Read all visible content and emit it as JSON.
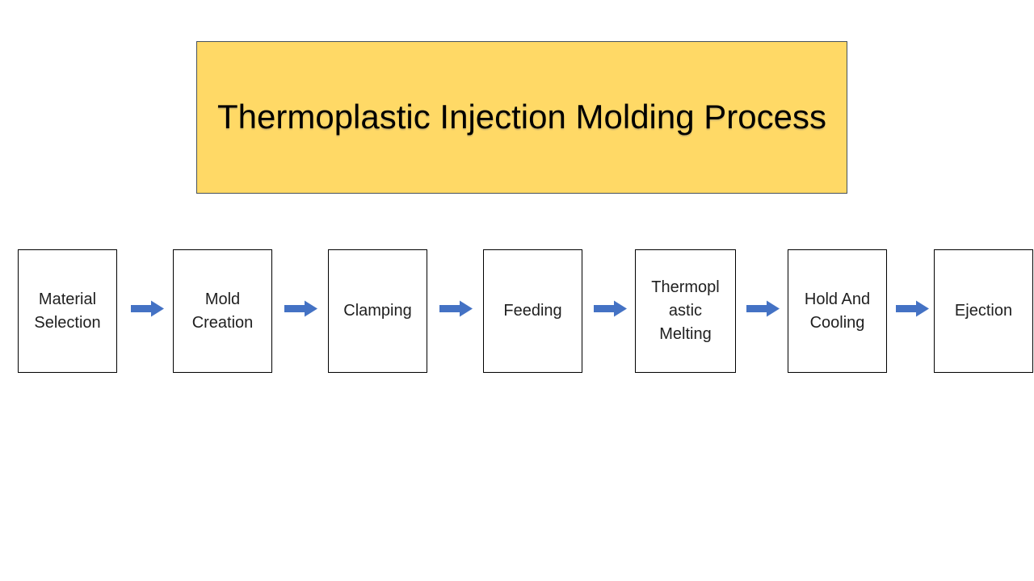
{
  "diagram": {
    "title": "Thermoplastic Injection Molding Process",
    "steps": [
      {
        "label": "Material\nSelection"
      },
      {
        "label": "Mold\nCreation"
      },
      {
        "label": "Clamping"
      },
      {
        "label": "Feeding"
      },
      {
        "label": "Thermopl\nastic\nMelting"
      },
      {
        "label": "Hold And\nCooling"
      },
      {
        "label": "Ejection"
      }
    ],
    "arrow": {
      "direction": "right",
      "style": "block-arrow"
    },
    "colors": {
      "title_fill": "#FFD966",
      "title_border": "#47525A",
      "title_text": "#000000",
      "step_fill": "#FFFFFF",
      "step_border": "#000000",
      "step_text": "#1F1F1F",
      "arrow_fill": "#4472C4"
    }
  }
}
